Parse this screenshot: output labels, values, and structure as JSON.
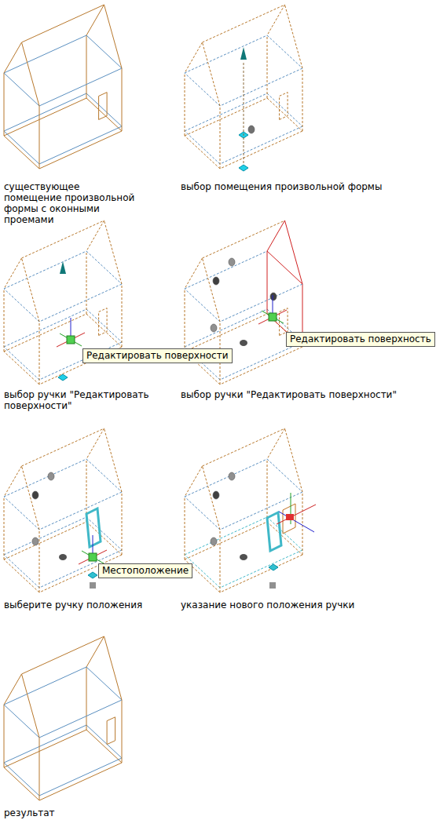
{
  "diagram": {
    "nodes": [
      {
        "text": [
          "Редактировать поверхности"
        ]
      },
      {
        "text": [
          "Редактировать поверхность"
        ]
      },
      {
        "text": [
          "Местоположение"
        ]
      }
    ],
    "labels": [
      "существующее помещение произвольной формы с оконными проемами",
      "выбор помещения произвольной формы",
      "выбор ручки \"Редактировать поверхности\"",
      "выбор ручки \"Редактировать поверхности\"",
      "выберите ручку положения",
      "указание нового положения ручки",
      "результат"
    ]
  }
}
